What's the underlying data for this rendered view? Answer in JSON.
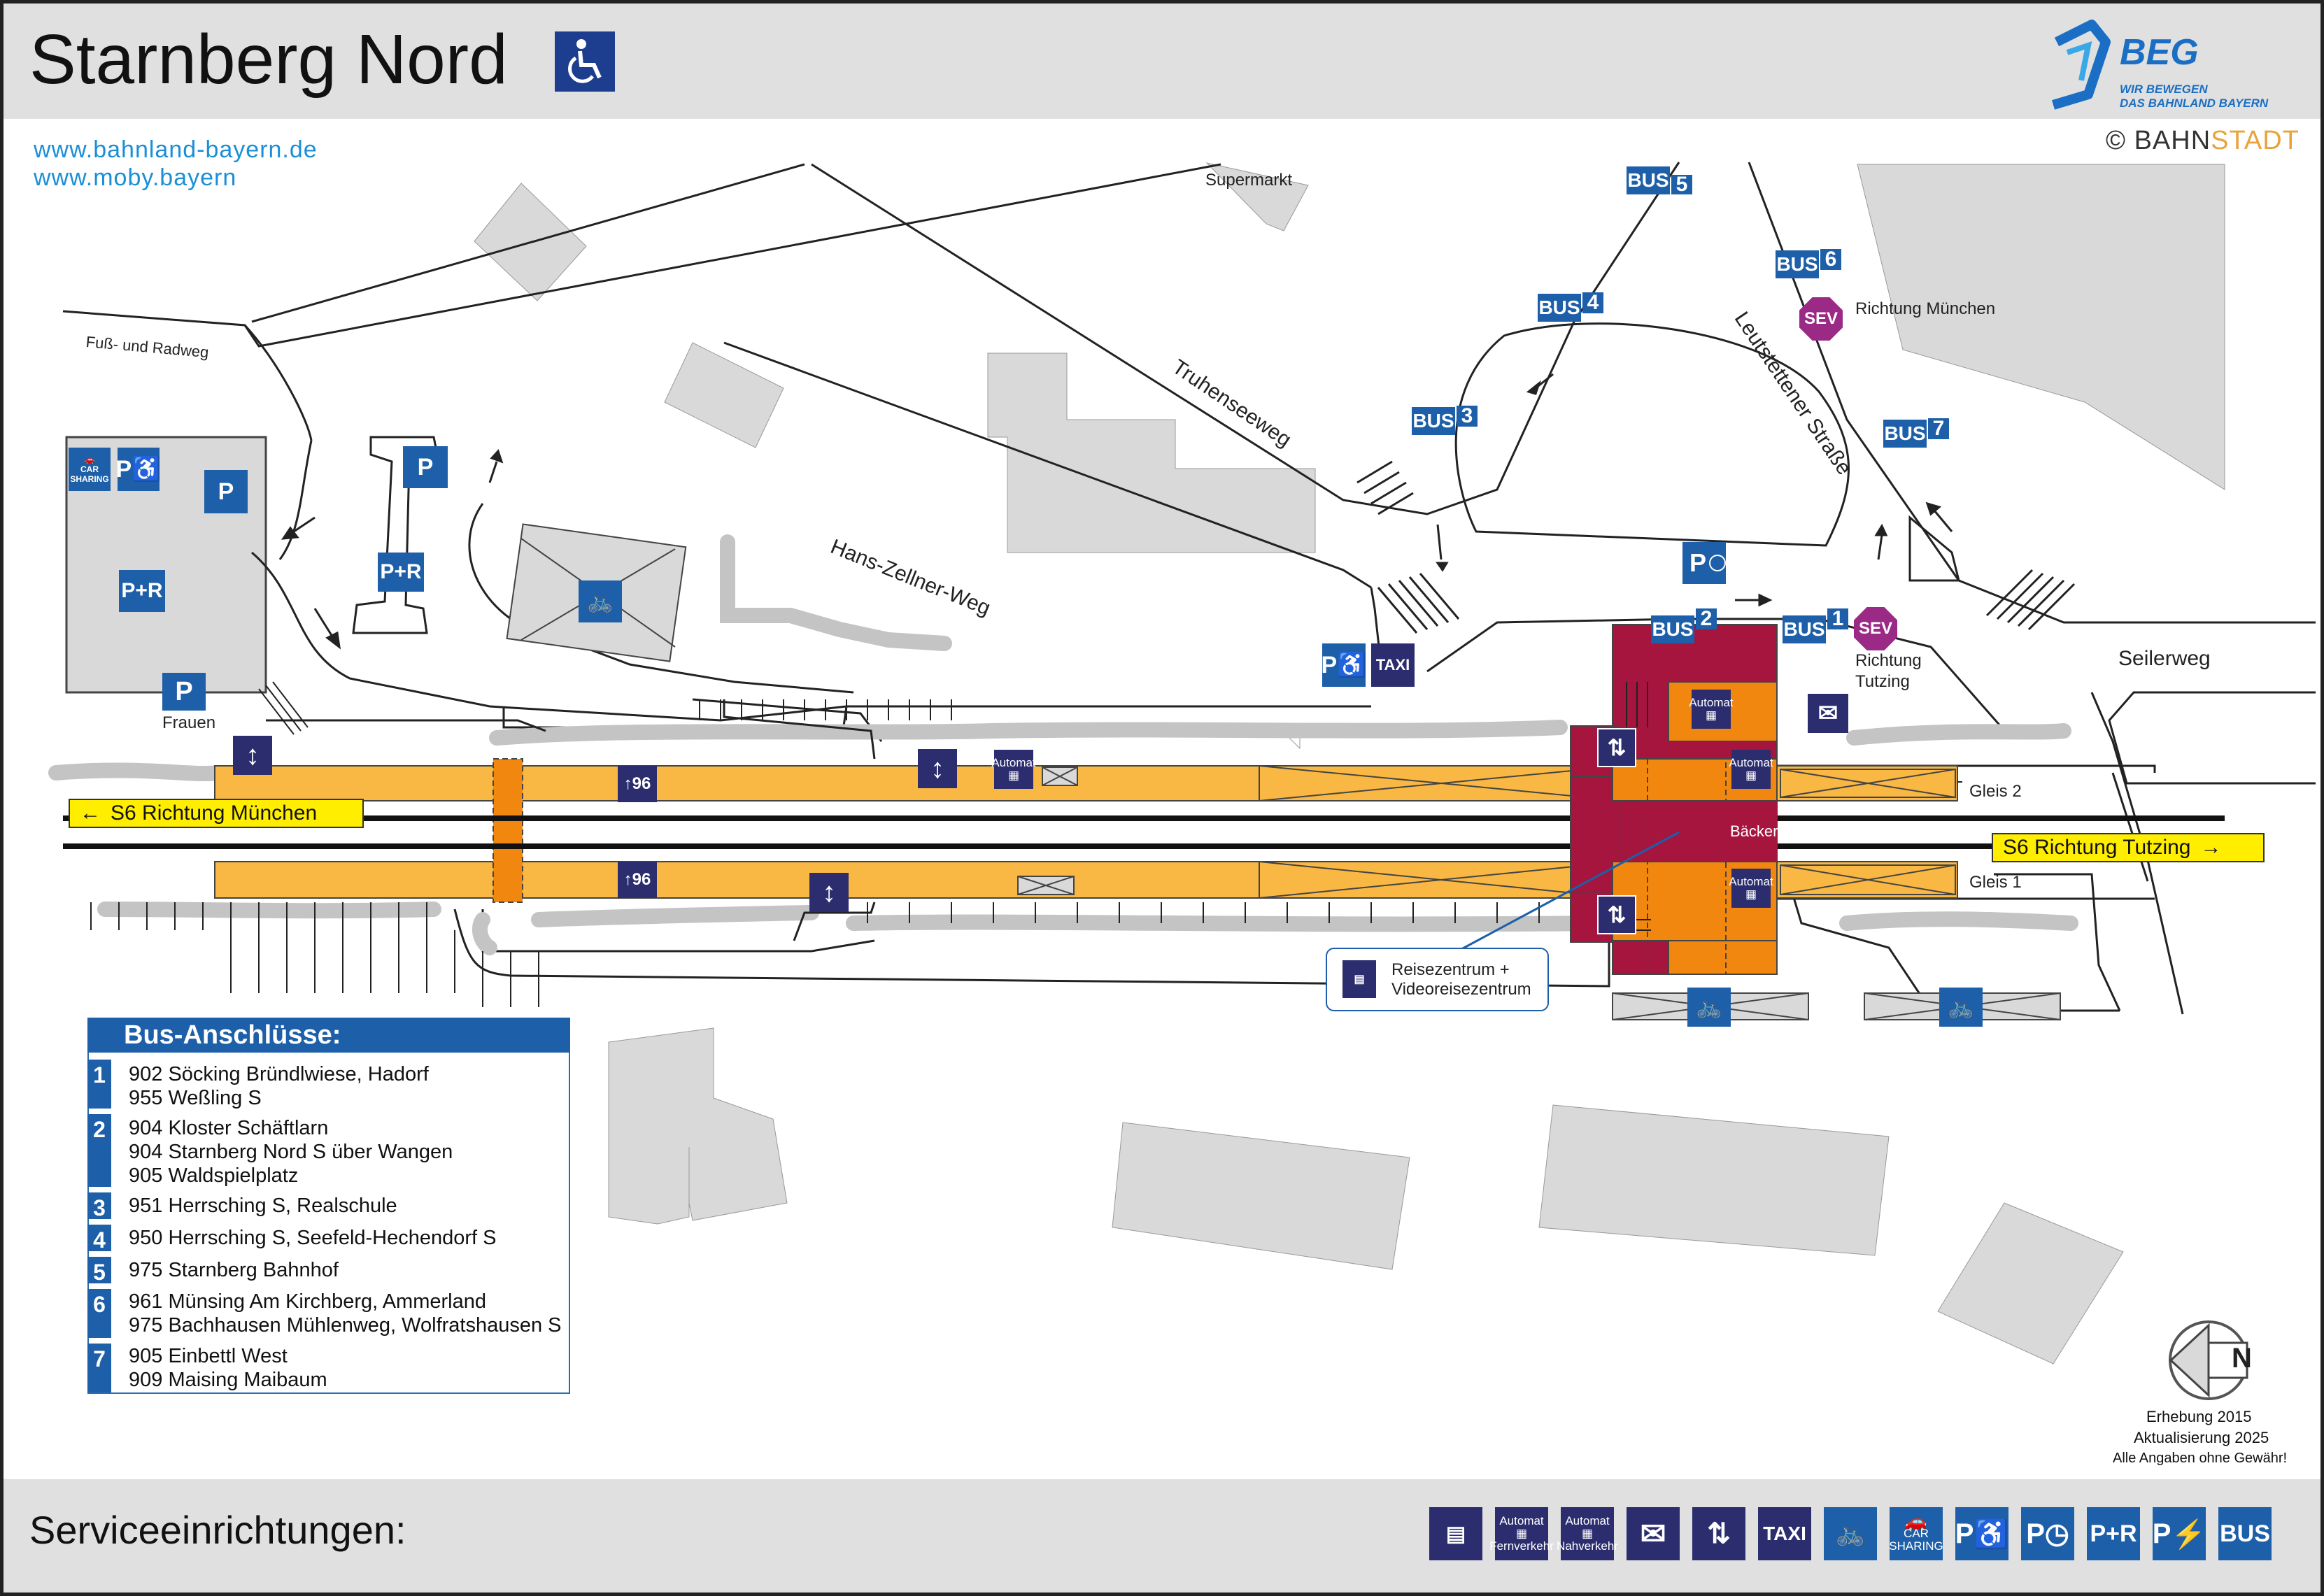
{
  "header": {
    "title": "Starnberg Nord",
    "urls": [
      "www.bahnland-bayern.de",
      "www.moby.bayern"
    ],
    "brand": "BEG",
    "brand_tagline": [
      "WIR BEWEGEN",
      "DAS BAHNLAND BAYERN"
    ],
    "copyright_prefix": "©",
    "copyright_a": "BAHN",
    "copyright_b": "STADT"
  },
  "map": {
    "streets": {
      "truhenseeweg": "Truhenseeweg",
      "hans_zellner": "Hans-Zellner-Weg",
      "leutstettener": "Leutstettener Straße",
      "seilerweg": "Seilerweg",
      "fuss_radweg": "Fuß- und Radweg"
    },
    "labels": {
      "supermarkt": "Supermarkt",
      "frauen": "Frauen",
      "richtung_muenchen": "Richtung München",
      "richtung_tutzing": [
        "Richtung",
        "Tutzing"
      ],
      "baecker": "Bäcker",
      "reisezentrum": [
        "Reisezentrum +",
        "Videoreisezentrum"
      ],
      "gleis_2": "Gleis 2",
      "gleis_1": "Gleis 1",
      "automat": "Automat",
      "sev": "SEV",
      "bus": "BUS",
      "taxi": "TAXI",
      "car_sharing": [
        "CAR",
        "SHARING"
      ],
      "pr": "P+R",
      "p": "P",
      "height_96": "96"
    },
    "bus_stops": [
      "1",
      "2",
      "3",
      "4",
      "5",
      "6",
      "7"
    ],
    "directions": {
      "muenchen": "S6 Richtung München",
      "tutzing": "S6 Richtung Tutzing"
    },
    "colors": {
      "platform": "#f9b744",
      "station_dark": "#a5153e",
      "station_orange": "#f2870f",
      "building": "#d9d9d9",
      "sign_blue": "#1d5fa8",
      "sign_navy": "#2b2d6e",
      "sev_purple": "#9b2a86",
      "direction_yellow": "#ffee00"
    }
  },
  "bus_connections": {
    "title": "Bus-Anschlüsse:",
    "entries": [
      {
        "num": "1",
        "lines": [
          "902 Söcking Bründlwiese, Hadorf",
          "955 Weßling S"
        ]
      },
      {
        "num": "2",
        "lines": [
          "904 Kloster Schäftlarn",
          "904 Starnberg Nord S über Wangen",
          "905 Waldspielplatz"
        ]
      },
      {
        "num": "3",
        "lines": [
          "951 Herrsching S, Realschule"
        ]
      },
      {
        "num": "4",
        "lines": [
          "950 Herrsching S, Seefeld-Hechendorf S"
        ]
      },
      {
        "num": "5",
        "lines": [
          "975 Starnberg Bahnhof"
        ]
      },
      {
        "num": "6",
        "lines": [
          "961 Münsing Am Kirchberg, Ammerland",
          "975 Bachhausen Mühlenweg, Wolfratshausen S"
        ]
      },
      {
        "num": "7",
        "lines": [
          "905 Einbettl West",
          "909 Maising Maibaum"
        ]
      }
    ]
  },
  "notes": {
    "erhebung": "Erhebung 2015",
    "aktualisierung": "Aktualisierung 2025",
    "disclaimer": "Alle Angaben ohne Gewähr!",
    "north": "N"
  },
  "footer": {
    "title": "Serviceeinrichtungen:",
    "fernverkehr": "Fernverkehr",
    "nahverkehr": "Nahverkehr",
    "taxi": "TAXI",
    "bus": "BUS",
    "pr": "P+R",
    "p": "P",
    "automat": "Automat",
    "car_sharing": [
      "CAR",
      "SHARING"
    ]
  }
}
